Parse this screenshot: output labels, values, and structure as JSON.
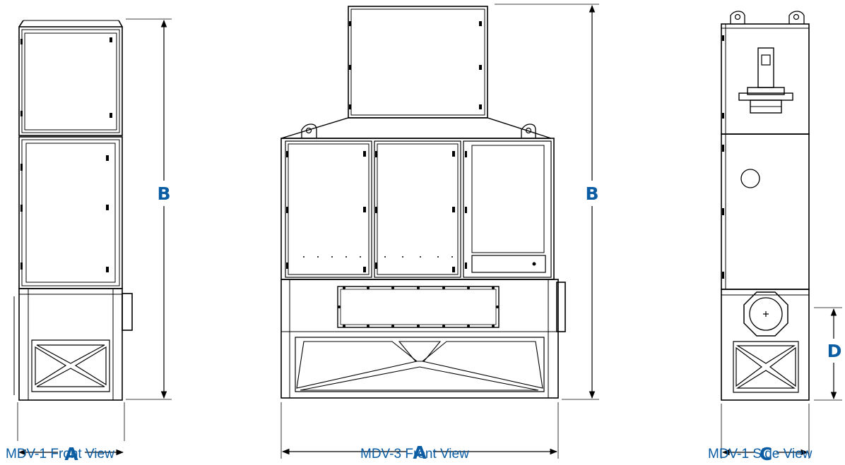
{
  "accent_color": "#0a5ca3",
  "views": [
    {
      "caption": "MDV-1 Front View",
      "dims": {
        "width": "A",
        "height": "B"
      }
    },
    {
      "caption": "MDV-3 Front View",
      "dims": {
        "width": "A",
        "height": "B"
      }
    },
    {
      "caption": "MDV-1 Side View",
      "dims": {
        "width": "C",
        "height": "D"
      }
    }
  ]
}
